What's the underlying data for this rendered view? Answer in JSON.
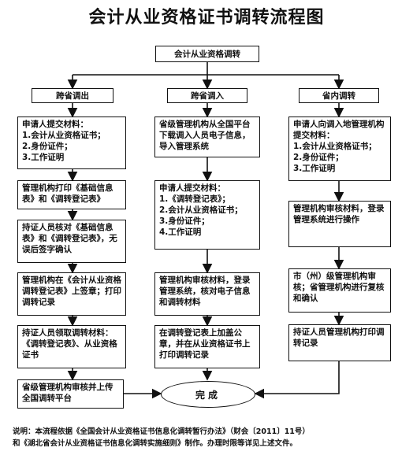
{
  "title": "会计从业资格证书调转流程图",
  "top": "会计从业资格调转",
  "branches": {
    "left": "跨省调出",
    "middle": "跨省调入",
    "right": "省内调转"
  },
  "left_steps": [
    {
      "header": "申请人提交材料：",
      "lines": [
        "1.会计从业资格证书；",
        "2.身份证件；",
        "3.工作证明"
      ]
    },
    {
      "text": "管理机构打印《基础信息表》和《调转登记表》"
    },
    {
      "text": "持证人员核对《基础信息表》和《调转登记表》，无误后签字确认"
    },
    {
      "text": "管理机构在《会计从业资格调转登记表》上签章；打印调转记录"
    },
    {
      "text": "持证人员领取调转材料：《调转登记表》、从业资格证书"
    },
    {
      "text": "省级管理机构审核并上传全国调转平台"
    }
  ],
  "middle_steps": [
    {
      "text": "省级管理机构从全国平台下载调入人员电子信息，导入管理系统"
    },
    {
      "header": "申请人提交材料：",
      "lines": [
        "1.《调转登记表》；",
        "2.会计从业资格证书；",
        "3.身份证件；",
        "4.工作证明"
      ]
    },
    {
      "text": "管理机构审核材料，登录管理系统，核对电子信息和调转材料"
    },
    {
      "text": "在调转登记表上加盖公章，并在从业资格证书上打印调转记录"
    }
  ],
  "right_steps": [
    {
      "header": "申请人向调入地管理机构提交材料：",
      "lines": [
        "1.会计从业资格证书；",
        "2.身份证件；",
        "3.工作证明"
      ]
    },
    {
      "text": "管理机构审核材料，登录管理系统进行操作"
    },
    {
      "text": "市（州）级管理机构审核；省管理机构进行复核和确认"
    },
    {
      "text": "持证人员管理机构打印调转记录"
    }
  ],
  "end": "完成",
  "note_lines": [
    "说明：本流程依据《全国会计从业资格证书信息化调转暂行办法》（财会〔2011〕11号）",
    "和《湖北省会计从业资格证书信息化调转实施细则》制作。办理时限等详见上述文件。"
  ]
}
